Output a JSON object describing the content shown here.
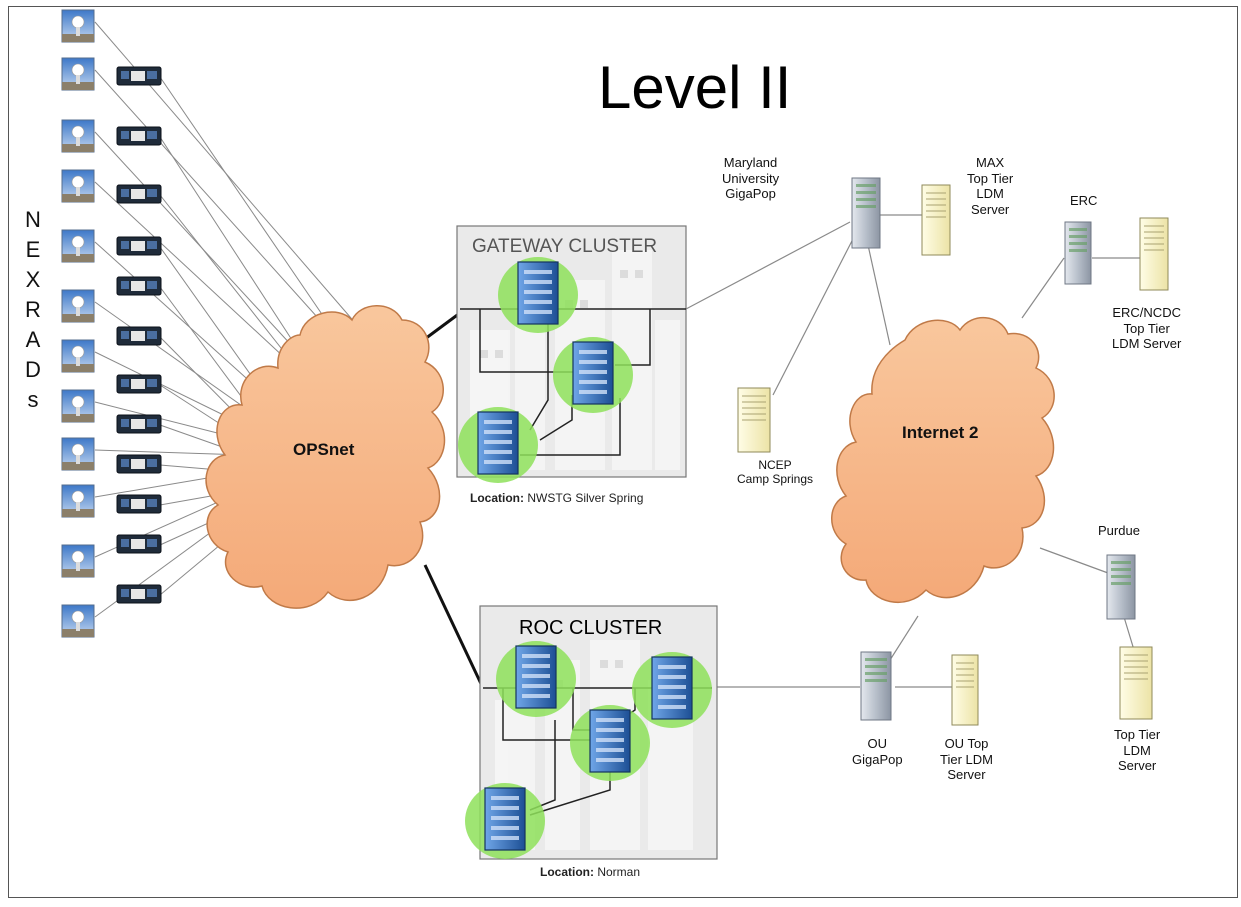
{
  "title": "Level II",
  "nexrads_label": [
    "N",
    "E",
    "X",
    "R",
    "A",
    "D",
    "s"
  ],
  "opsnet": {
    "label": "OPSnet"
  },
  "internet2": {
    "label": "Internet 2"
  },
  "gateway_cluster": {
    "title": "GATEWAY CLUSTER",
    "location_key": "Location:",
    "location_value": "NWSTG Silver Spring"
  },
  "roc_cluster": {
    "title": "ROC CLUSTER",
    "location_key": "Location:",
    "location_value": "Norman"
  },
  "nodes": {
    "maryland": {
      "lines": [
        "Maryland",
        "University",
        "GigaPop"
      ]
    },
    "max": {
      "lines": [
        "MAX",
        "Top Tier",
        "LDM",
        "Server"
      ]
    },
    "erc": {
      "lines": [
        "ERC"
      ]
    },
    "erc_ncdc": {
      "lines": [
        "ERC/NCDC",
        "Top Tier",
        "LDM Server"
      ]
    },
    "ncep": {
      "lines": [
        "NCEP",
        "Camp Springs"
      ]
    },
    "purdue": {
      "lines": [
        "Purdue"
      ]
    },
    "purdue_server": {
      "lines": [
        "Top Tier",
        "LDM",
        "Server"
      ]
    },
    "ou_gigapop": {
      "lines": [
        "OU",
        "GigaPop"
      ]
    },
    "ou_server": {
      "lines": [
        "OU Top",
        "Tier LDM",
        "Server"
      ]
    }
  },
  "colors": {
    "cloud": "#f7b787",
    "server_blue": "#2f6fbf",
    "green_glow": "#8ee05a",
    "ldm_server": "#fbf7c8"
  },
  "icons": [
    "radar-site-icon",
    "modem-icon",
    "cloud-shape",
    "blade-server-icon",
    "tower-server-icon",
    "ldm-server-icon"
  ]
}
